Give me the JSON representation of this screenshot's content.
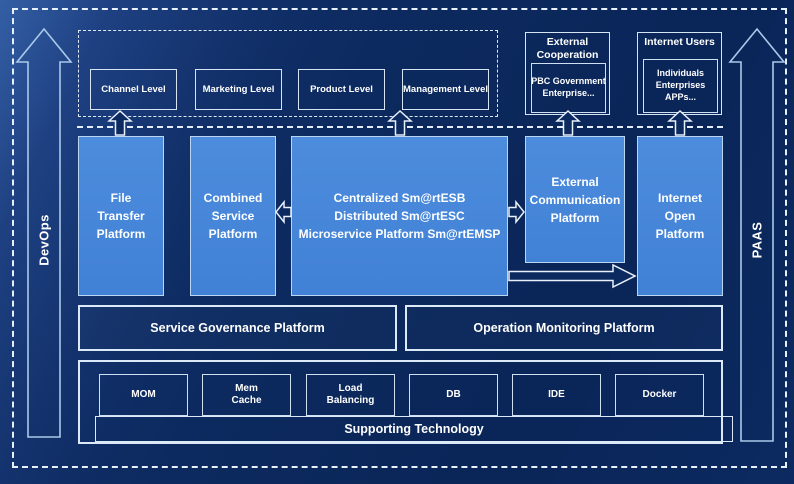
{
  "colors": {
    "background": "#0c2a5e",
    "platform_fill": "#4685d8",
    "platform_border": "#b9d5ef",
    "box_border": "#d6e4f3",
    "dashed_line": "#e4eefb",
    "text": "#ffffff"
  },
  "side_rails": {
    "left": "DevOps",
    "right": "PAAS"
  },
  "levels": [
    "Channel Level",
    "Marketing Level",
    "Product Level",
    "Management Level"
  ],
  "external_cooperation": {
    "title": "External\nCooperation",
    "body": "PBC Government\nEnterprise..."
  },
  "internet_users": {
    "title": "Internet Users",
    "body": "Individuals\nEnterprises\nAPPs..."
  },
  "platforms": {
    "file_transfer": "File\nTransfer\nPlatform",
    "combined": "Combined\nService\nPlatform",
    "central": "Centralized Sm@rtESB\nDistributed Sm@rtESC\nMicroservice Platform Sm@rtEMSP",
    "external_comm": "External\nCommunication\nPlatform",
    "internet_open": "Internet\nOpen\nPlatform"
  },
  "governance": {
    "service": "Service Governance Platform",
    "operation": "Operation Monitoring Platform"
  },
  "supporting": {
    "items": [
      "MOM",
      "Mem\nCache",
      "Load\nBalancing",
      "DB",
      "IDE",
      "Docker"
    ],
    "bar": "Supporting Technology"
  }
}
